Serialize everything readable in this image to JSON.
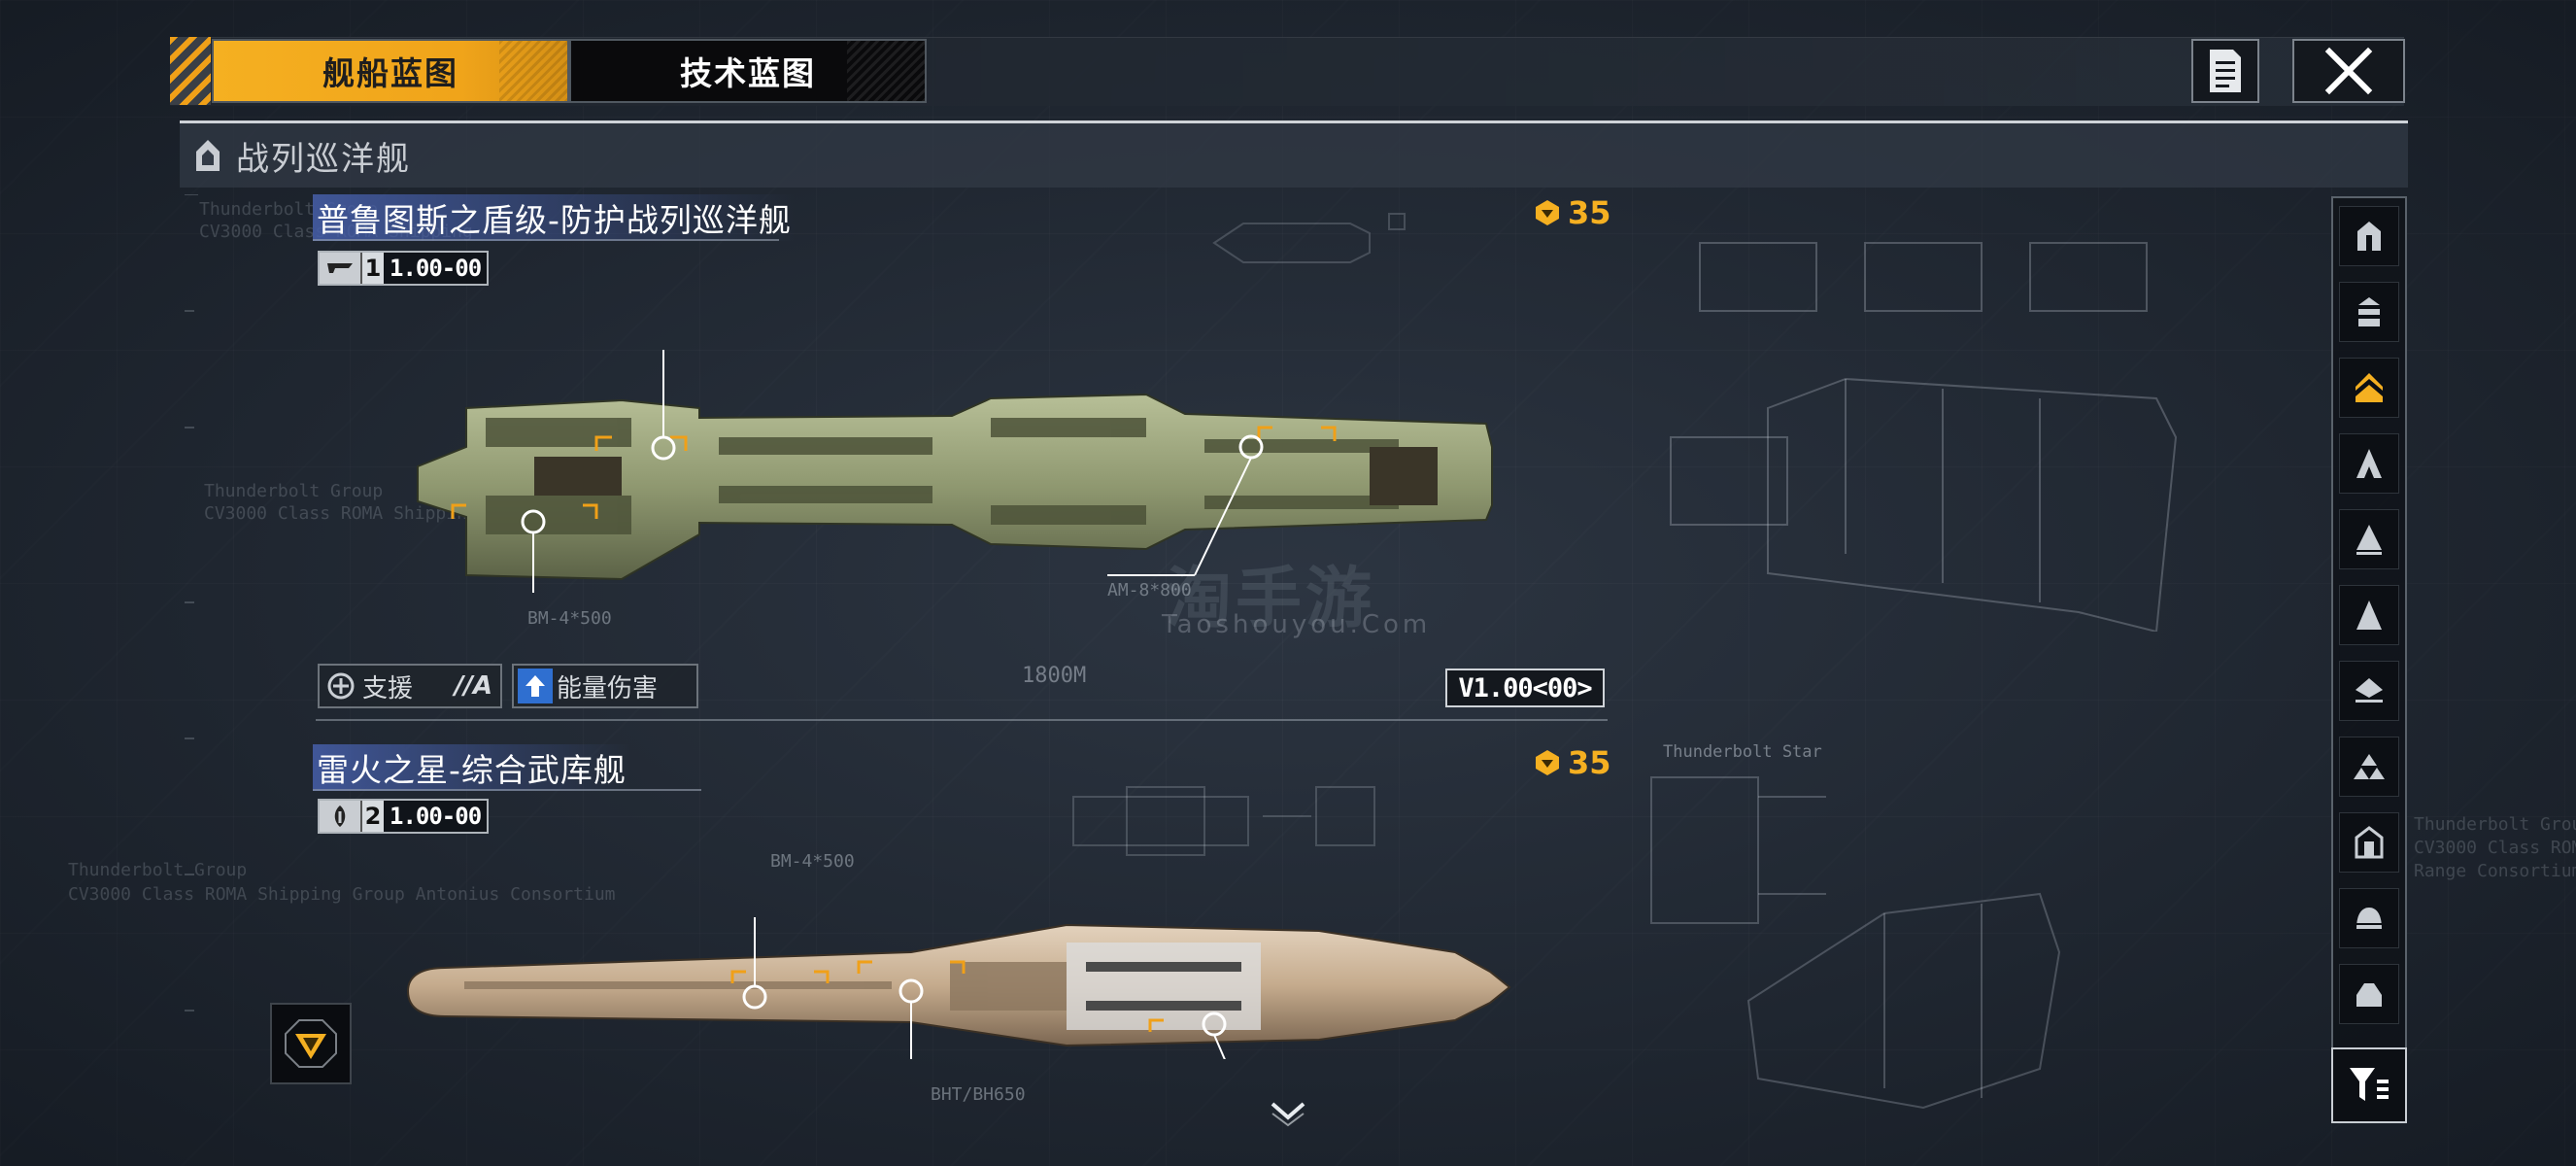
{
  "tabs": [
    {
      "label": "舰船蓝图",
      "active": true
    },
    {
      "label": "技术蓝图",
      "active": false
    }
  ],
  "toolbar": {
    "doc_icon": "document-icon",
    "close_icon": "close-icon"
  },
  "category": {
    "title": "战列巡洋舰",
    "icon": "battlecruiser-icon"
  },
  "ships": [
    {
      "name": "普鲁图斯之盾级-防护战列巡洋舰",
      "slot": "1",
      "version": "1.00-00",
      "cost": "35",
      "role": "支援",
      "rank": "//A",
      "attribute": "能量伤害",
      "model_version": "V1.00<00>",
      "length": "1800M",
      "callouts": [
        "BM-4*500",
        "AM-8*800"
      ]
    },
    {
      "name": "雷火之星-综合武库舰",
      "slot": "2",
      "version": "1.00-00",
      "cost": "35",
      "callouts": [
        "BM-4*500",
        "BHT/BH650"
      ],
      "blueprint_label": "Thunderbolt Star"
    }
  ],
  "watermark": {
    "title": "淘手游",
    "subtitle": "Taoshouyou.Com"
  },
  "sidebar": {
    "items": [
      {
        "icon": "frigate-icon",
        "active": false
      },
      {
        "icon": "destroyer-icon",
        "active": false
      },
      {
        "icon": "battlecruiser-icon",
        "active": true
      },
      {
        "icon": "cruiser-icon",
        "active": false
      },
      {
        "icon": "carrier-icon",
        "active": false
      },
      {
        "icon": "battleship-icon",
        "active": false
      },
      {
        "icon": "auxiliary-icon",
        "active": false
      },
      {
        "icon": "corvette-icon",
        "active": false
      },
      {
        "icon": "station-icon",
        "active": false
      },
      {
        "icon": "dome-icon",
        "active": false
      },
      {
        "icon": "hemisphere-icon",
        "active": false
      }
    ],
    "filter_icon": "filter-icon"
  },
  "colors": {
    "accent": "#f5b021",
    "highlight": "#4660aa",
    "panel": "#1b222b"
  }
}
